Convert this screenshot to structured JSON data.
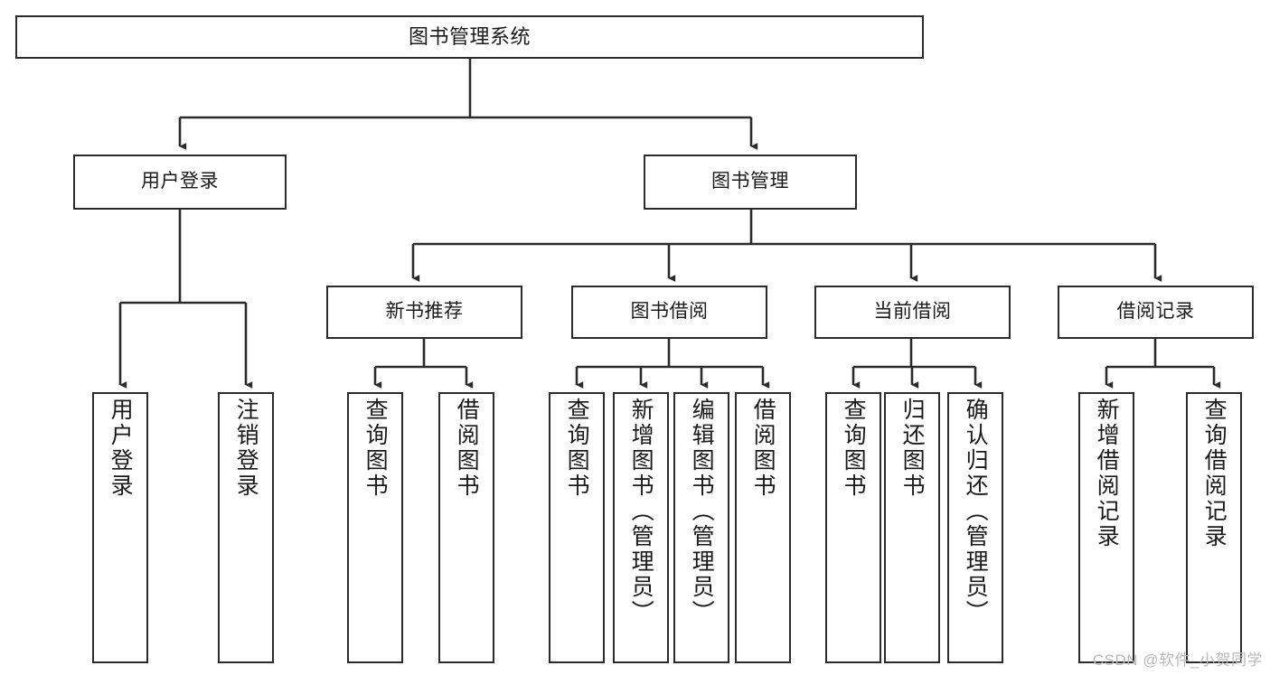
{
  "diagram": {
    "type": "tree",
    "title": "图书管理系统",
    "colors": {
      "stroke": "#2b2b2b",
      "box_fill": "#ffffff",
      "text": "#1a1a1a",
      "watermark": "#b9b9b9",
      "background": "#ffffff"
    },
    "levels": [
      {
        "level": 1,
        "nodes": [
          {
            "id": "root",
            "label": "图书管理系统",
            "orientation": "horizontal"
          }
        ]
      },
      {
        "level": 2,
        "nodes": [
          {
            "id": "login",
            "label": "用户登录",
            "orientation": "horizontal",
            "parent": "root"
          },
          {
            "id": "bookmgmt",
            "label": "图书管理",
            "orientation": "horizontal",
            "parent": "root"
          }
        ]
      },
      {
        "level": 3,
        "nodes": [
          {
            "id": "newbook",
            "label": "新书推荐",
            "orientation": "horizontal",
            "parent": "bookmgmt"
          },
          {
            "id": "borrow",
            "label": "图书借阅",
            "orientation": "horizontal",
            "parent": "bookmgmt"
          },
          {
            "id": "current",
            "label": "当前借阅",
            "orientation": "horizontal",
            "parent": "bookmgmt"
          },
          {
            "id": "records",
            "label": "借阅记录",
            "orientation": "horizontal",
            "parent": "bookmgmt"
          }
        ]
      },
      {
        "level": 4,
        "nodes": [
          {
            "id": "leaf1",
            "label": "用户登录",
            "orientation": "vertical",
            "parent": "login"
          },
          {
            "id": "leaf2",
            "label": "注销登录",
            "orientation": "vertical",
            "parent": "login"
          },
          {
            "id": "leaf3",
            "label": "查询图书",
            "orientation": "vertical",
            "parent": "newbook"
          },
          {
            "id": "leaf4",
            "label": "借阅图书",
            "orientation": "vertical",
            "parent": "newbook"
          },
          {
            "id": "leaf5",
            "label": "查询图书",
            "orientation": "vertical",
            "parent": "borrow"
          },
          {
            "id": "leaf6",
            "label": "新增图书（管理员）",
            "orientation": "vertical",
            "parent": "borrow"
          },
          {
            "id": "leaf7",
            "label": "编辑图书（管理员）",
            "orientation": "vertical",
            "parent": "borrow"
          },
          {
            "id": "leaf8",
            "label": "借阅图书",
            "orientation": "vertical",
            "parent": "borrow"
          },
          {
            "id": "leaf9",
            "label": "查询图书",
            "orientation": "vertical",
            "parent": "current"
          },
          {
            "id": "leaf10",
            "label": "归还图书",
            "orientation": "vertical",
            "parent": "current"
          },
          {
            "id": "leaf11",
            "label": "确认归还（管理员）",
            "orientation": "vertical",
            "parent": "current"
          },
          {
            "id": "leaf12",
            "label": "新增借阅记录",
            "orientation": "vertical",
            "parent": "records"
          },
          {
            "id": "leaf13",
            "label": "查询借阅记录",
            "orientation": "vertical",
            "parent": "records"
          }
        ]
      }
    ]
  },
  "watermark": {
    "text": "CSDN @软件_小贺同学"
  }
}
